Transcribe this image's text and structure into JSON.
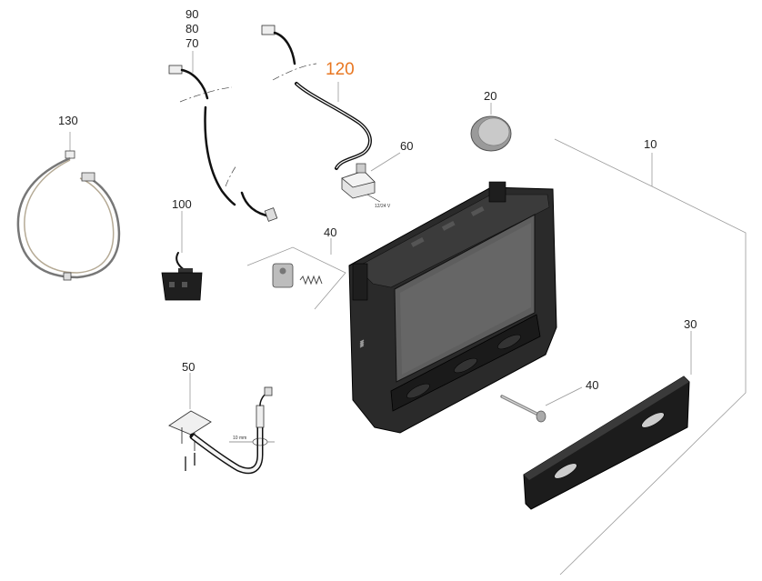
{
  "diagram": {
    "accent_color": "#e87722",
    "callouts": {
      "c90": "90",
      "c80": "80",
      "c70": "70",
      "c120": "120",
      "c20": "20",
      "c60": "60",
      "c10": "10",
      "c130": "130",
      "c100": "100",
      "c40a": "40",
      "c40b": "40",
      "c50": "50",
      "c30": "30"
    },
    "annotations": {
      "voltage": "12/24 V",
      "dimension": "10 mm"
    }
  }
}
